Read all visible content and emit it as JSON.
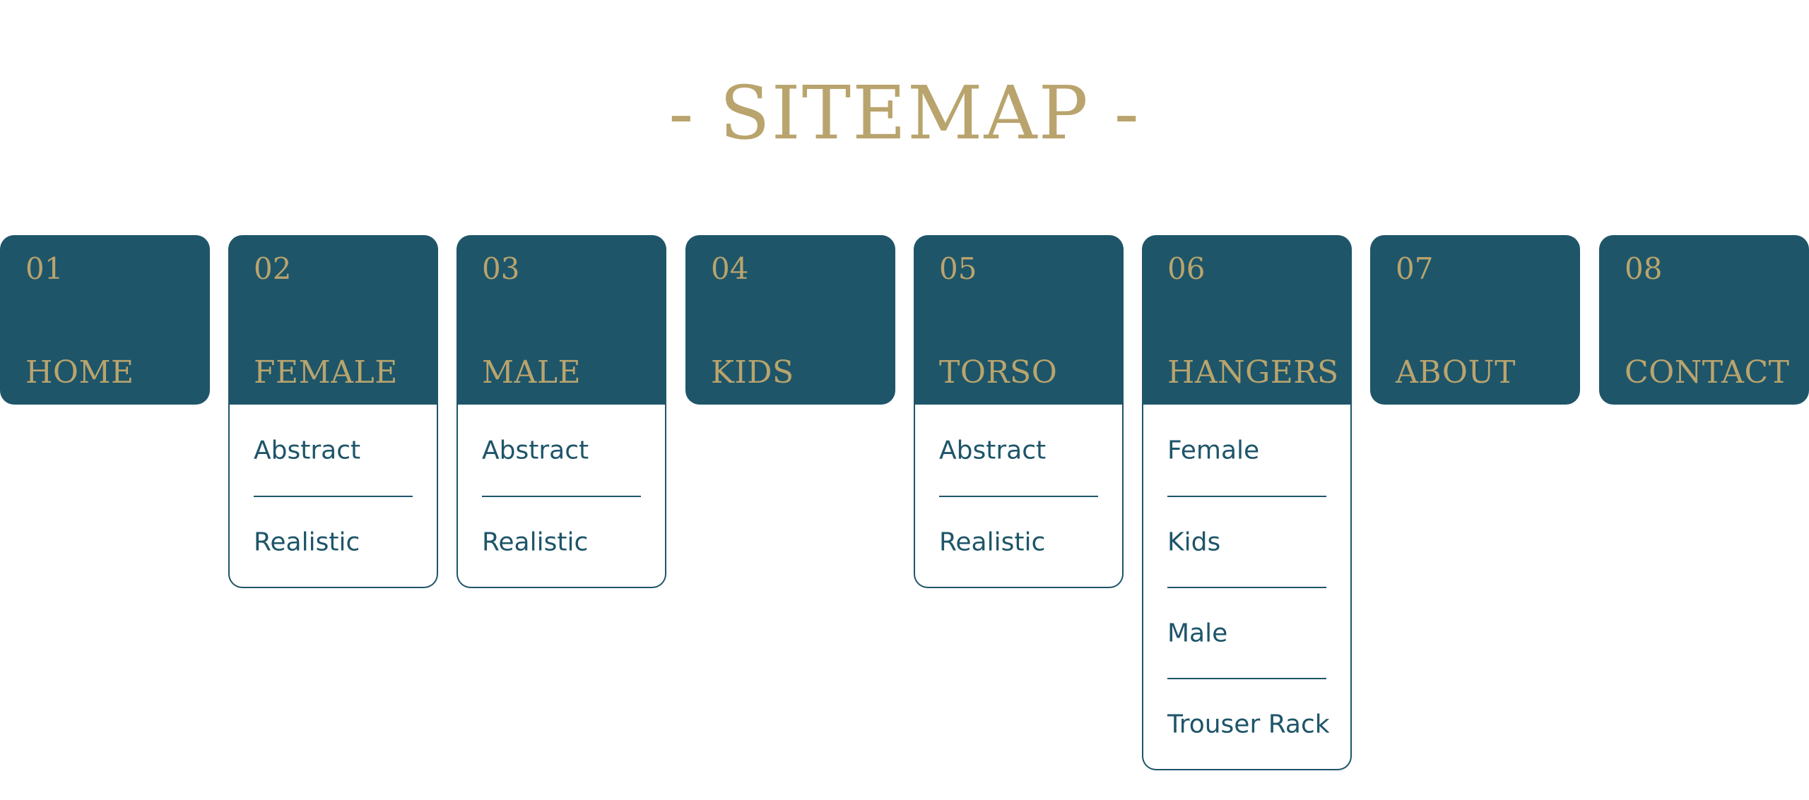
{
  "title": "- SITEMAP -",
  "colors": {
    "accent_gold": "#b9a46d",
    "brand_teal": "#1e5569",
    "background": "#ffffff"
  },
  "sections": [
    {
      "number": "01",
      "label": "HOME",
      "items": []
    },
    {
      "number": "02",
      "label": "FEMALE",
      "items": [
        "Abstract",
        "Realistic"
      ]
    },
    {
      "number": "03",
      "label": "MALE",
      "items": [
        "Abstract",
        "Realistic"
      ]
    },
    {
      "number": "04",
      "label": "KIDS",
      "items": []
    },
    {
      "number": "05",
      "label": "TORSO",
      "items": [
        "Abstract",
        "Realistic"
      ]
    },
    {
      "number": "06",
      "label": "HANGERS",
      "items": [
        "Female",
        "Kids",
        "Male",
        "Trouser Rack"
      ]
    },
    {
      "number": "07",
      "label": "ABOUT",
      "items": []
    },
    {
      "number": "08",
      "label": "CONTACT",
      "items": []
    }
  ]
}
